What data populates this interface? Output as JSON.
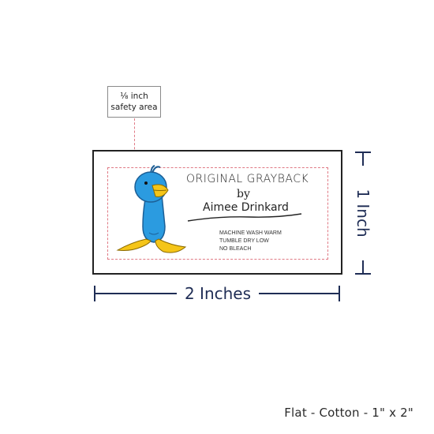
{
  "callout": {
    "line1": "⅛ inch",
    "line2": "safety area"
  },
  "label": {
    "title": "ORIGINAL GRAYBACK",
    "by": "by",
    "author": "Aimee Drinkard",
    "care": [
      "MACHINE WASH WARM",
      "TUMBLE DRY LOW",
      "NO BLEACH"
    ],
    "illustration": "blue-bird-icon"
  },
  "dimensions": {
    "width_label": "2 Inches",
    "height_label": "1 Inch"
  },
  "caption": "Flat - Cotton - 1\" x 2\"",
  "colors": {
    "dimension": "#1f2d55",
    "safety_line": "#e07a85",
    "bird_blue": "#2b9be0",
    "beak_yellow": "#f5c518"
  }
}
